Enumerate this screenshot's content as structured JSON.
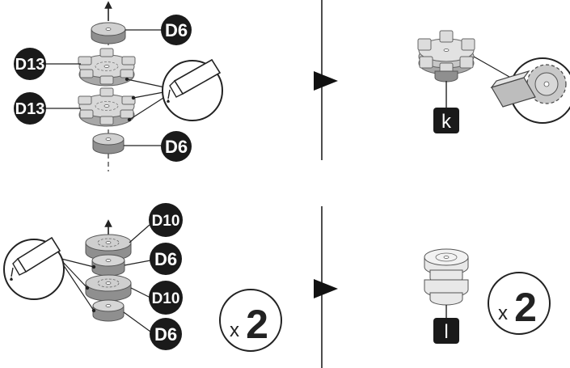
{
  "steps": {
    "top_left": {
      "labels": [
        "D6",
        "D13",
        "D13",
        "D6"
      ]
    },
    "top_right": {
      "tag": "k"
    },
    "bottom_left": {
      "labels": [
        "D10",
        "D6",
        "D10",
        "D6"
      ],
      "multiplier_x": "x",
      "multiplier_n": "2"
    },
    "bottom_right": {
      "tag": "l",
      "multiplier_x": "x",
      "multiplier_n": "2"
    }
  },
  "icons": [
    "glue-bottle-icon",
    "arrow-right-icon",
    "saw-blade-icon",
    "sanding-block-icon",
    "up-arrow-icon"
  ],
  "colors": {
    "label_fill": "#1a1a1a",
    "part_light": "#d6d6d6",
    "part_mid": "#b9b9b9",
    "part_dark": "#8f8f8f",
    "line": "#222222"
  }
}
